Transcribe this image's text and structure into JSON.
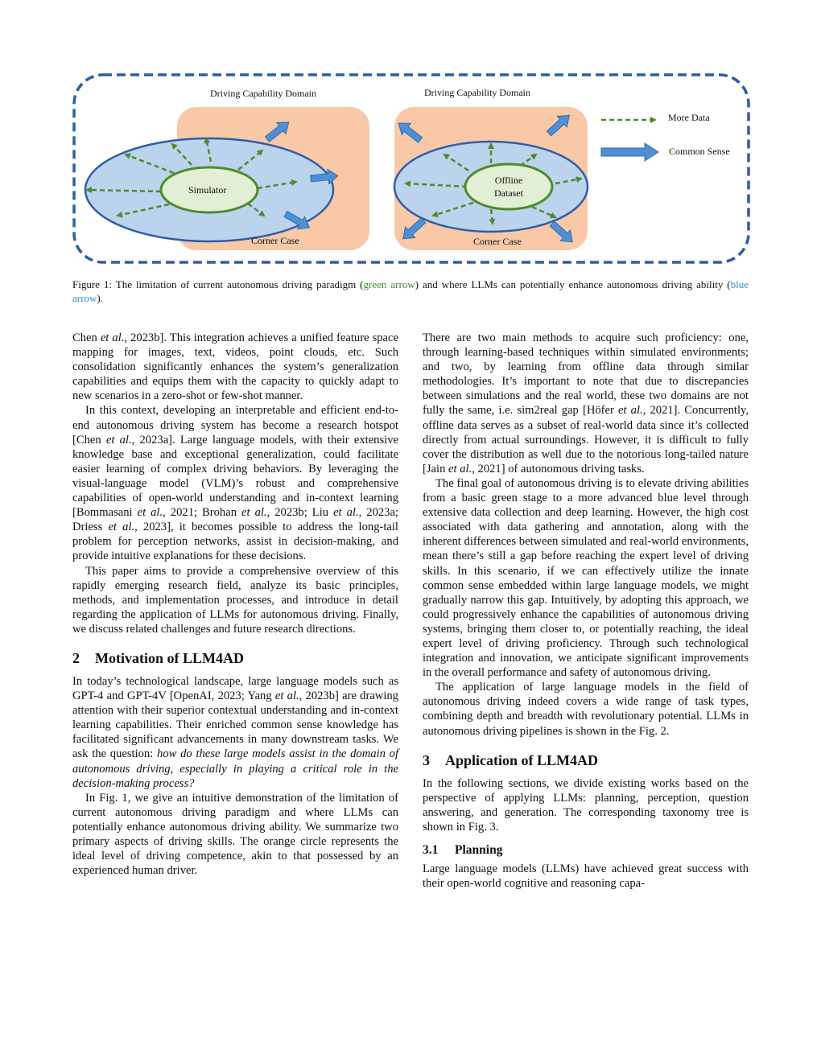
{
  "figure": {
    "domain_label_left": "Driving Capability Domain",
    "domain_label_right": "Driving Capability Domain",
    "left_center_label": "Simulator",
    "right_center_label_line1": "Offline",
    "right_center_label_line2": "Dataset",
    "corner_case_left": "Corner Case",
    "corner_case_right": "Corner Case",
    "legend_more_data": "More Data",
    "legend_common_sense": "Common Sense",
    "colors": {
      "border_blue": "#2e5f9e",
      "orange_fill": "#f9c8a6",
      "ellipse_fill": "#bcd3ee",
      "ellipse_stroke": "#2f5da8",
      "inner_fill": "#e3efd5",
      "green": "#4e8a2c",
      "arrow_blue": "#4f8fd3"
    }
  },
  "caption": {
    "before_green": "Figure 1: The limitation of current autonomous driving paradigm (",
    "green": "green arrow",
    "between": ") and where LLMs can potentially enhance autonomous driving ability (",
    "blue": "blue arrow",
    "after": ")."
  },
  "left_column": {
    "p1_a": "Chen ",
    "p1_etal": "et al.",
    "p1_b": ", 2023b]. This integration achieves a unified feature space mapping for images, text, videos, point clouds, etc. Such consolidation significantly enhances the system’s generalization capabilities and equips them with the capacity to quickly adapt to new scenarios in a zero-shot or few-shot manner.",
    "p2_a": "In this context, developing an interpretable and efficient end-to-end autonomous driving system has become a research hotspot [Chen ",
    "p2_etal1": "et al.",
    "p2_b": ", 2023a]. Large language models, with their extensive knowledge base and exceptional generalization, could facilitate easier learning of complex driving behaviors. By leveraging the visual-language model (VLM)’s robust and comprehensive capabilities of open-world understanding and in-context learning [Bommasani ",
    "p2_etal2": "et al.",
    "p2_c": ", 2021; Brohan ",
    "p2_etal3": "et al.",
    "p2_d": ", 2023b; Liu ",
    "p2_etal4": "et al.",
    "p2_e": ", 2023a; Driess ",
    "p2_etal5": "et al.",
    "p2_f": ", 2023], it becomes possible to address the long-tail problem for perception networks, assist in decision-making, and provide intuitive explanations for these decisions.",
    "p3": "This paper aims to provide a comprehensive overview of this rapidly emerging research field, analyze its basic principles, methods, and implementation processes, and introduce in detail regarding the application of LLMs for autonomous driving. Finally, we discuss related challenges and future research directions.",
    "sec2_num": "2",
    "sec2_title": "Motivation of LLM4AD",
    "p4_a": "In today’s technological landscape, large language models such as GPT-4 and GPT-4V [OpenAI, 2023; Yang ",
    "p4_etal": "et al.",
    "p4_b": ", 2023b] are drawing attention with their superior contextual understanding and in-context learning capabilities. Their enriched common sense knowledge has facilitated significant advancements in many downstream tasks. We ask the question: ",
    "p4_question": "how do these large models assist in the domain of autonomous driving, especially in playing a critical role in the decision-making process?",
    "p5": "In Fig. 1, we give an intuitive demonstration of the limitation of current autonomous driving paradigm and where LLMs can potentially enhance autonomous driving ability. We summarize two primary aspects of driving skills. The orange circle represents the ideal level of driving competence, akin to that possessed by an experienced human driver."
  },
  "right_column": {
    "p1_a": "There are two main methods to acquire such proficiency: one, through learning-based techniques within simulated environments; and two, by learning from offline data through similar methodologies. It’s important to note that due to discrepancies between simulations and the real world, these two domains are not fully the same, i.e. sim2real gap [Höfer ",
    "p1_etal1": "et al.",
    "p1_b": ", 2021]. Concurrently, offline data serves as a subset of real-world data since it’s collected directly from actual surroundings. However, it is difficult to fully cover the distribution as well due to the notorious long-tailed nature [Jain ",
    "p1_etal2": "et al.",
    "p1_c": ", 2021] of autonomous driving tasks.",
    "p2": "The final goal of autonomous driving is to elevate driving abilities from a basic green stage to a more advanced blue level through extensive data collection and deep learning. However, the high cost associated with data gathering and annotation, along with the inherent differences between simulated and real-world environments, mean there’s still a gap before reaching the expert level of driving skills. In this scenario, if we can effectively utilize the innate common sense embedded within large language models, we might gradually narrow this gap. Intuitively, by adopting this approach, we could progressively enhance the capabilities of autonomous driving systems, bringing them closer to, or potentially reaching, the ideal expert level of driving proficiency. Through such technological integration and innovation, we anticipate significant improvements in the overall performance and safety of autonomous driving.",
    "p3": "The application of large language models in the field of autonomous driving indeed covers a wide range of task types, combining depth and breadth with revolutionary potential. LLMs in autonomous driving pipelines is shown in the Fig. 2.",
    "sec3_num": "3",
    "sec3_title": "Application of LLM4AD",
    "p4": "In the following sections, we divide existing works based on the perspective of applying LLMs: planning, perception, question answering, and generation. The corresponding taxonomy tree is shown in Fig. 3.",
    "sub31_num": "3.1",
    "sub31_title": "Planning",
    "p5": "Large language models (LLMs) have achieved great success with their open-world cognitive and reasoning capa-"
  }
}
